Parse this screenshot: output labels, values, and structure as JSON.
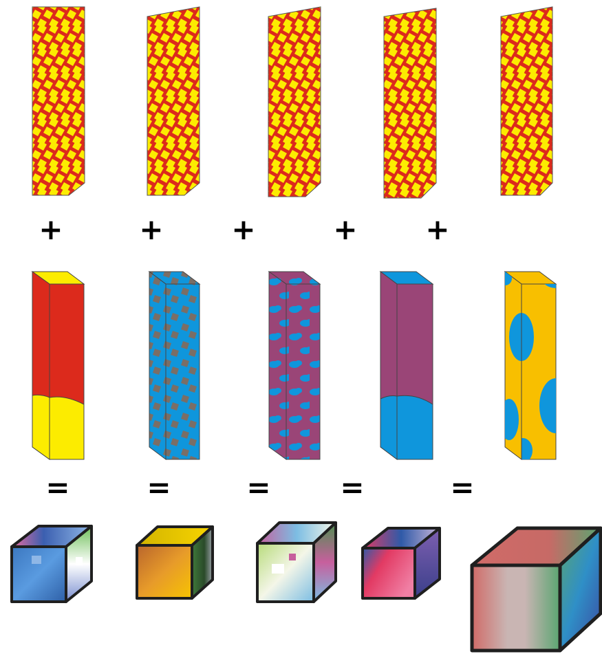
{
  "operators": {
    "plus": "+",
    "equals": "="
  },
  "colors": {
    "red": "#dc2a1c",
    "yellow": "#fcec00",
    "blue": "#0f96dc",
    "purple": "#9a4577",
    "gray": "#7a6e66",
    "orange": "#f8bf00",
    "outline": "#222222"
  },
  "columns": [
    {
      "tiling": "red-yellow-pentagonal-tiling",
      "coloring": {
        "pattern": "two-tone-split",
        "top": "red",
        "bottom": "yellow"
      },
      "result": {
        "style": "pixel-mosaic-cube",
        "palette": [
          "#3b77c0",
          "#5a9be0",
          "#2e5fa6",
          "#8fb7e6",
          "#e76b9e",
          "#6fbf5a",
          "#ffffff"
        ]
      }
    },
    {
      "tiling": "red-yellow-pentagonal-tiling",
      "coloring": {
        "pattern": "scattered-squares",
        "base": "blue",
        "accent": "gray"
      },
      "result": {
        "style": "gradient-cube",
        "palette": [
          "#f7c400",
          "#e79b2a",
          "#b9652c",
          "#3f7a3a",
          "#d2b400"
        ]
      }
    },
    {
      "tiling": "red-yellow-pentagonal-tiling",
      "coloring": {
        "pattern": "cloud-shapes",
        "base": "purple",
        "accent": "blue"
      },
      "result": {
        "style": "pixel-mosaic-cube",
        "palette": [
          "#b7db7a",
          "#f4f6e8",
          "#7cbde3",
          "#c75f9d",
          "#4d8f4f",
          "#ffffff"
        ]
      }
    },
    {
      "tiling": "red-yellow-pentagonal-tiling",
      "coloring": {
        "pattern": "two-tone-split",
        "top": "purple",
        "bottom": "blue"
      },
      "result": {
        "style": "gradient-cube",
        "palette": [
          "#e23a63",
          "#f07fa4",
          "#2f5aa8",
          "#7d5fb0",
          "#c9b6d8"
        ]
      }
    },
    {
      "tiling": "red-yellow-pentagonal-tiling",
      "coloring": {
        "pattern": "large-dots",
        "base": "orange",
        "accent": "blue"
      },
      "result": {
        "style": "gradient-cube",
        "palette": [
          "#d06b68",
          "#c9b5b3",
          "#5aa571",
          "#2f8fc7",
          "#3b4aa0"
        ]
      }
    }
  ]
}
